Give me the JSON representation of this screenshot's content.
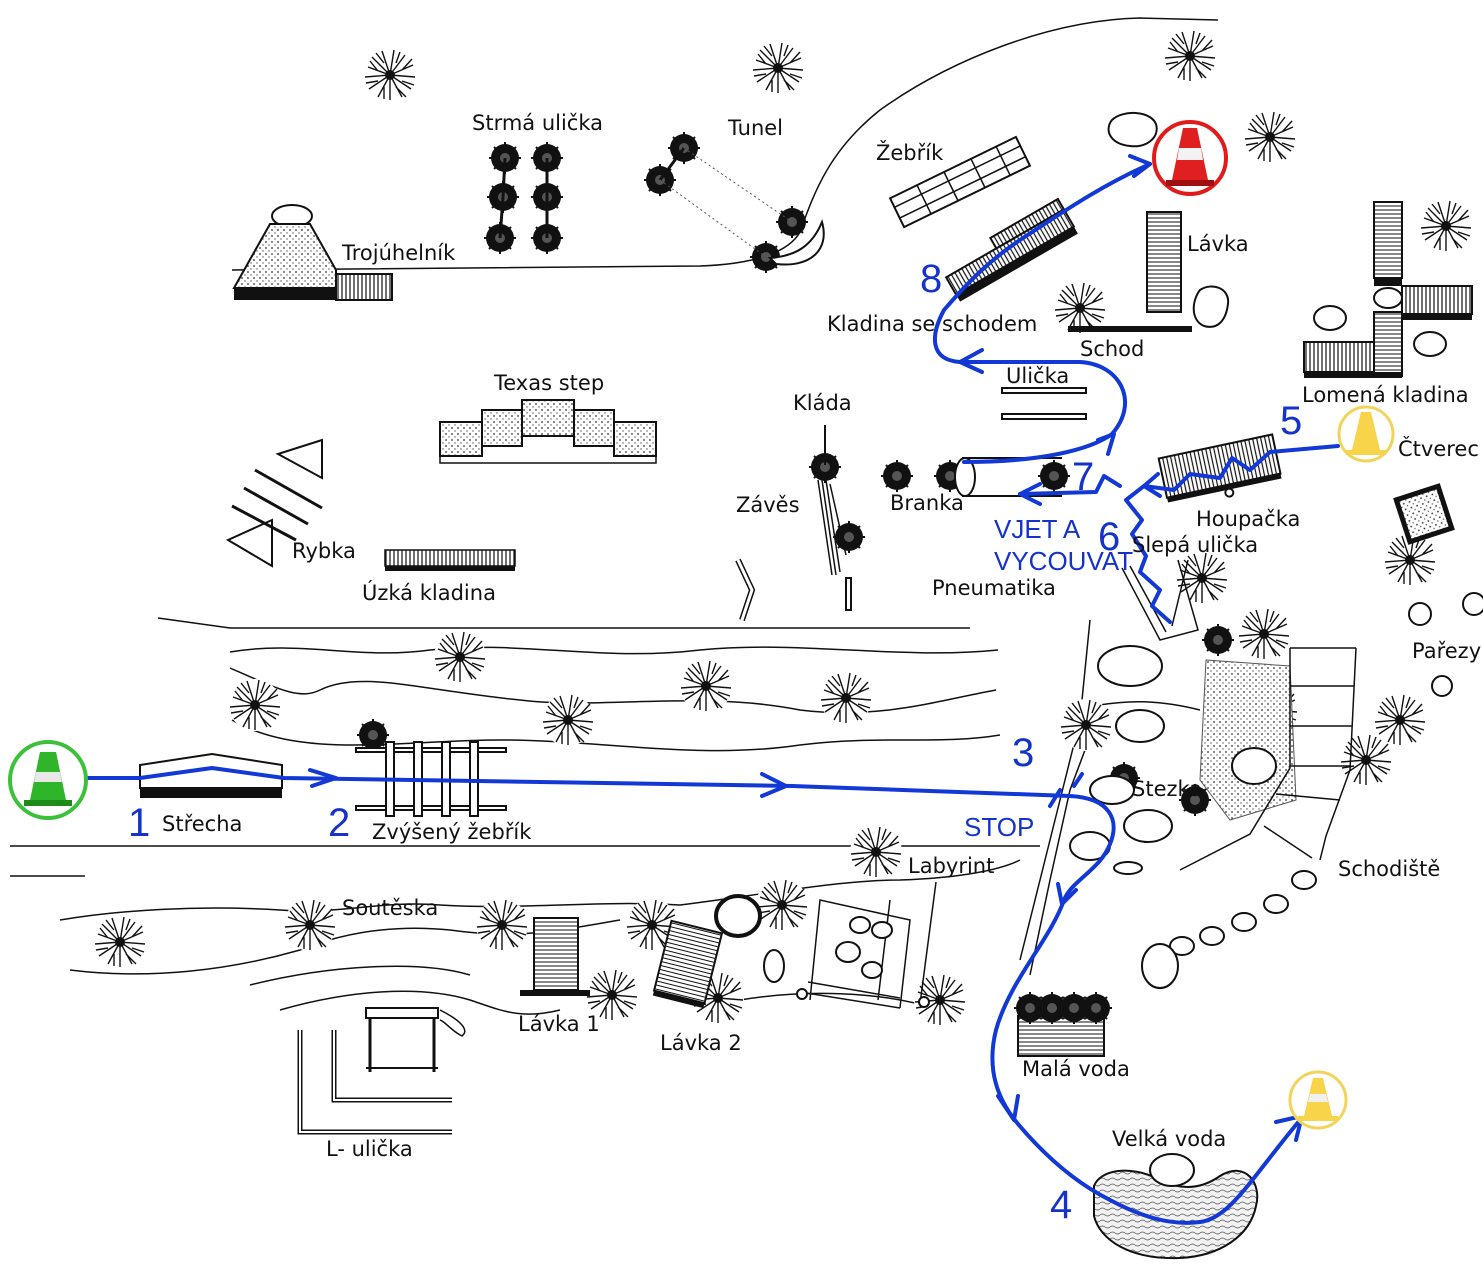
{
  "colors": {
    "route": "#1238d6",
    "start_cone_ring": "#3cc13a",
    "start_cone": "#2fb52a",
    "finish_cone_ring": "#e01b1b",
    "finish_cone": "#e02020",
    "waypoint_cone_ring": "#f3d45a",
    "waypoint_cone": "#f7d44a"
  },
  "labels": {
    "strma_ulicka": "Strmá ulička",
    "tunel": "Tunel",
    "zebrik": "Žebřík",
    "trojuhelnik": "Trojúhelník",
    "lavka": "Lávka",
    "kladina_se_schodem": "Kladina se schodem",
    "schod": "Schod",
    "lomena_kladina": "Lomená kladina",
    "ulicka": "Ulička",
    "texas_step": "Texas step",
    "klada": "Kláda",
    "ctverec": "Čtverec",
    "zaves": "Závěs",
    "branka": "Branka",
    "houpacka": "Houpačka",
    "slepa_ulicka": "Slepá ulička",
    "rybka": "Rybka",
    "uzka_kladina": "Úzká kladina",
    "pneumatika": "Pneumatika",
    "parezy": "Pařezy",
    "strecha": "Střecha",
    "zvyseny_zebrik": "Zvýšený žebřík",
    "stezka": "Stezka",
    "labyrint": "Labyrint",
    "schodiste": "Schodiště",
    "souteska": "Soutěska",
    "lavka_1": "Lávka 1",
    "lavka_2": "Lávka 2",
    "mala_voda": "Malá voda",
    "velka_voda": "Velká voda",
    "l_ulicka": "L- ulička"
  },
  "route_steps": [
    "1",
    "2",
    "3",
    "4",
    "5",
    "6",
    "7",
    "8"
  ],
  "notes": {
    "stop": "STOP",
    "vjet_line1": "VJET A",
    "vjet_line2": "VYCOUVAT"
  }
}
